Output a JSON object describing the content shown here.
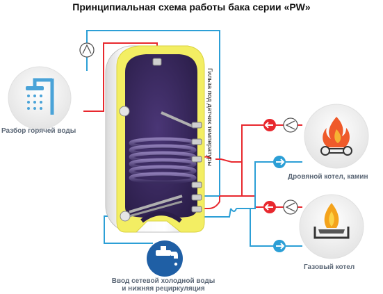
{
  "title": "Принципиальная схема работы бака серии «PW»",
  "labels": {
    "hot_water": "Разбор горячей воды",
    "sensor_sleeve": "Гильза под датчик температуры",
    "wood_boiler": "Дровяной котел, камин",
    "gas_boiler": "Газовый котел",
    "cold_water_line1": "Ввод  сетевой холодной воды",
    "cold_water_line2": "и нижняя рециркуляция"
  },
  "colors": {
    "hot_pipe": "#e8282e",
    "cold_pipe": "#2c9fd6",
    "tank_insulation": "#f3ee63",
    "tank_inner": "#3c2a62",
    "tap_circle": "#1f5fa5"
  },
  "icons": [
    "shower-icon",
    "circulation-pump-icon",
    "fire-icon",
    "gas-flame-icon",
    "tap-icon"
  ]
}
